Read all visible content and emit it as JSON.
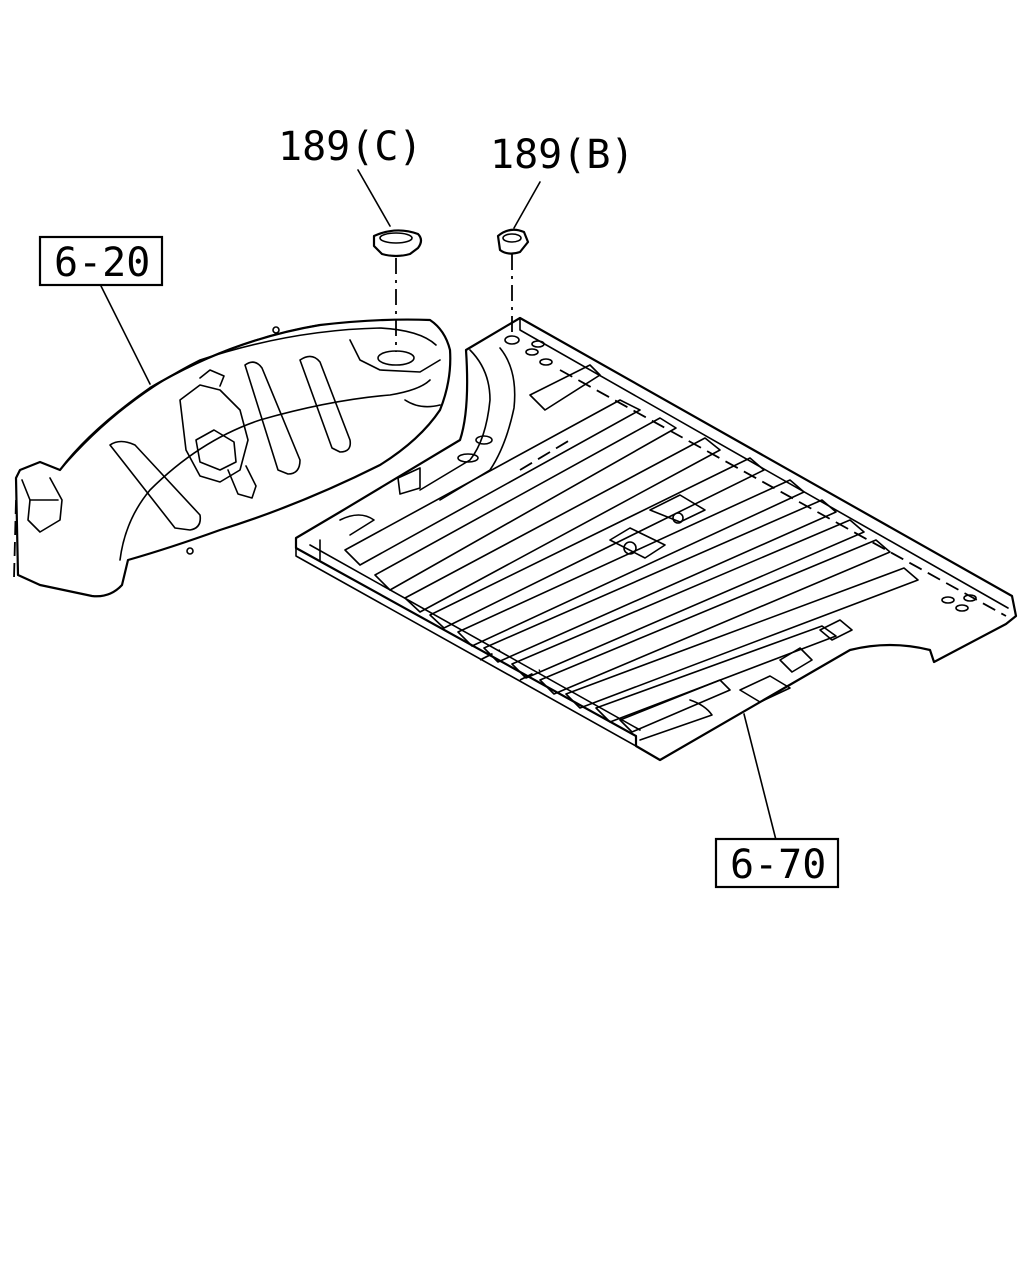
{
  "callouts": {
    "part_189c": "189(C)",
    "part_189b": "189(B)",
    "ref_6_20": "6-20",
    "ref_6_70": "6-70"
  }
}
